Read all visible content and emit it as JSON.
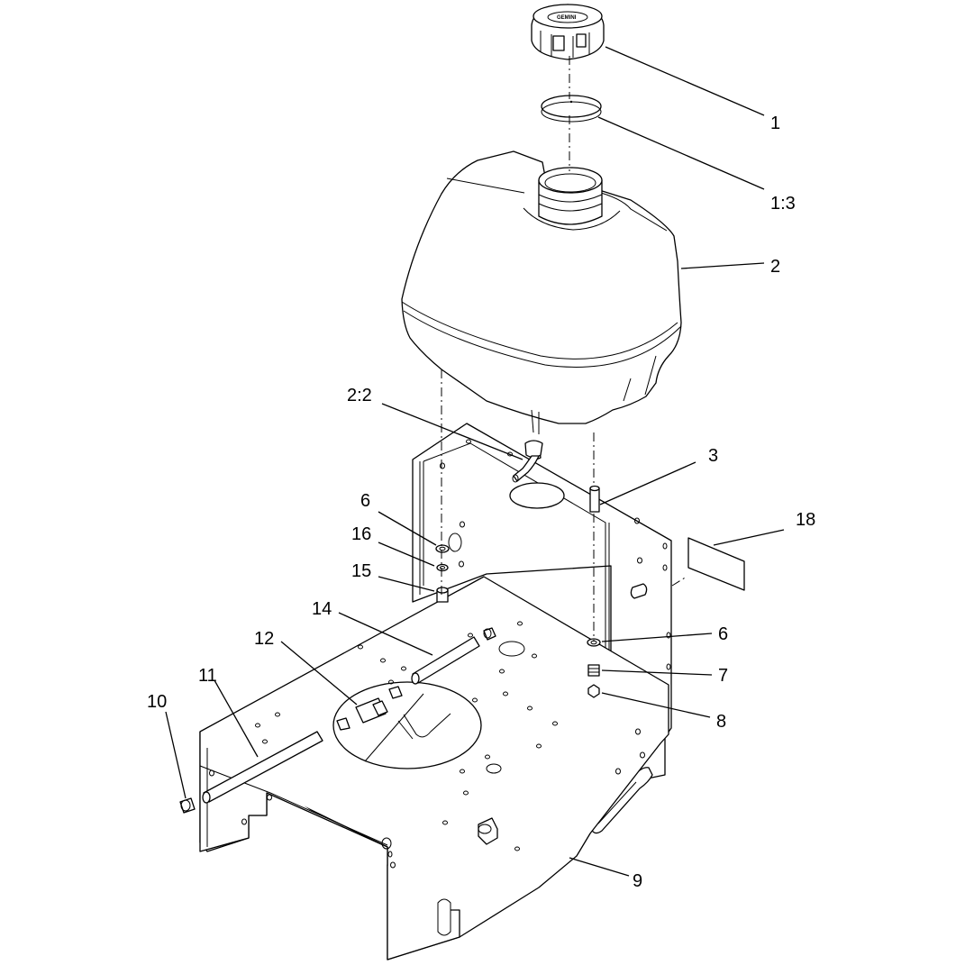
{
  "diagram": {
    "cap_marking": "GEMINI",
    "callouts": [
      "1",
      "1:3",
      "2",
      "2:2",
      "3",
      "18",
      "6",
      "16",
      "15",
      "14",
      "12",
      "11",
      "10",
      "6",
      "7",
      "8",
      "9"
    ]
  }
}
